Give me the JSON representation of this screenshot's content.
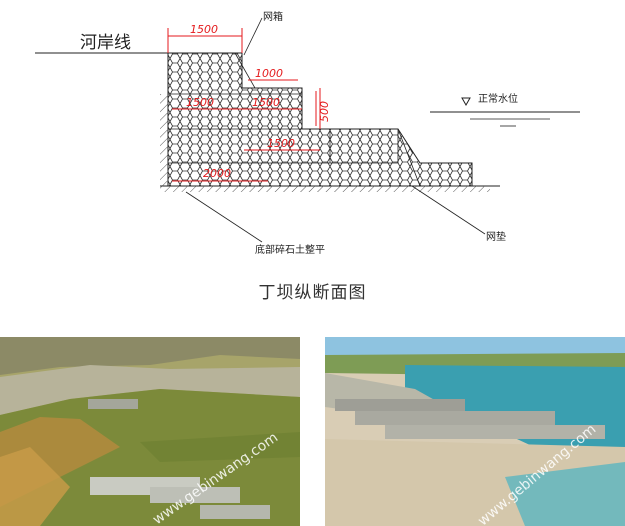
{
  "diagram": {
    "labels": {
      "riverbank_line": "河岸线",
      "gabion_box": "网箱",
      "normal_water_level": "正常水位",
      "gabion_mattress": "网垫",
      "bottom_note": "底部碎石土整平"
    },
    "dimensions": {
      "top_width": "1500",
      "step_1000": "1000",
      "width_1500_a": "1500",
      "width_1500_b": "1500",
      "width_1500_c": "1500",
      "width_2000": "2000",
      "height_500": "500"
    },
    "caption": "丁坝纵断面图",
    "colors": {
      "dimension": "#e41a1c",
      "line": "#222222",
      "mesh": "#333333"
    }
  },
  "photos": {
    "left": {
      "watermark": "www.gebinwang.com"
    },
    "right": {
      "watermark": "www.gebinwang.com"
    }
  }
}
